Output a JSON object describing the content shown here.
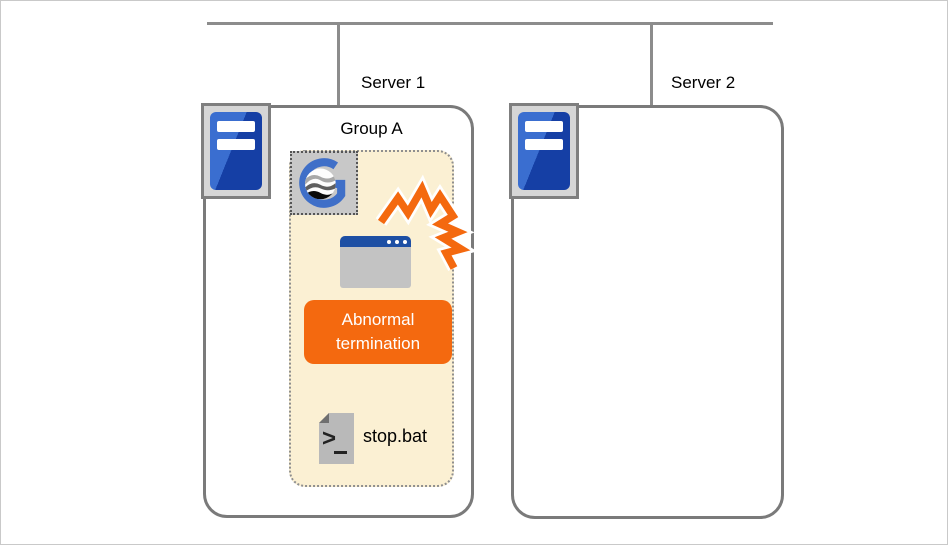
{
  "servers": [
    {
      "label": "Server 1"
    },
    {
      "label": "Server 2"
    }
  ],
  "group": {
    "label": "Group A"
  },
  "status_badge": {
    "label": "Abnormal termination"
  },
  "script_file": {
    "label": "stop.bat"
  },
  "icons": {
    "server": "server-tower-icon",
    "app_logo": "globe-g-app-logo-icon",
    "app_window": "application-window-icon",
    "crash": "crash-burst-icon",
    "script": "batch-file-icon"
  },
  "colors": {
    "network_line_gray": "#8c8c8c",
    "box_border_gray": "#7a7a7a",
    "group_area_fill": "#fbf0d3",
    "dotted_border_gray": "#8f8f8f",
    "accent_orange": "#f4690f",
    "badge_text": "#ffffff",
    "window_titlebar_blue": "#1d4fa4",
    "window_body_gray": "#c3c3c3",
    "server_blue_dark": "#153fa5",
    "server_blue_light": "#3a6ed0",
    "logo_blue": "#3f6fc8",
    "icon_frame_gray": "#d6d6d6",
    "file_gray": "#b9b9b9"
  }
}
